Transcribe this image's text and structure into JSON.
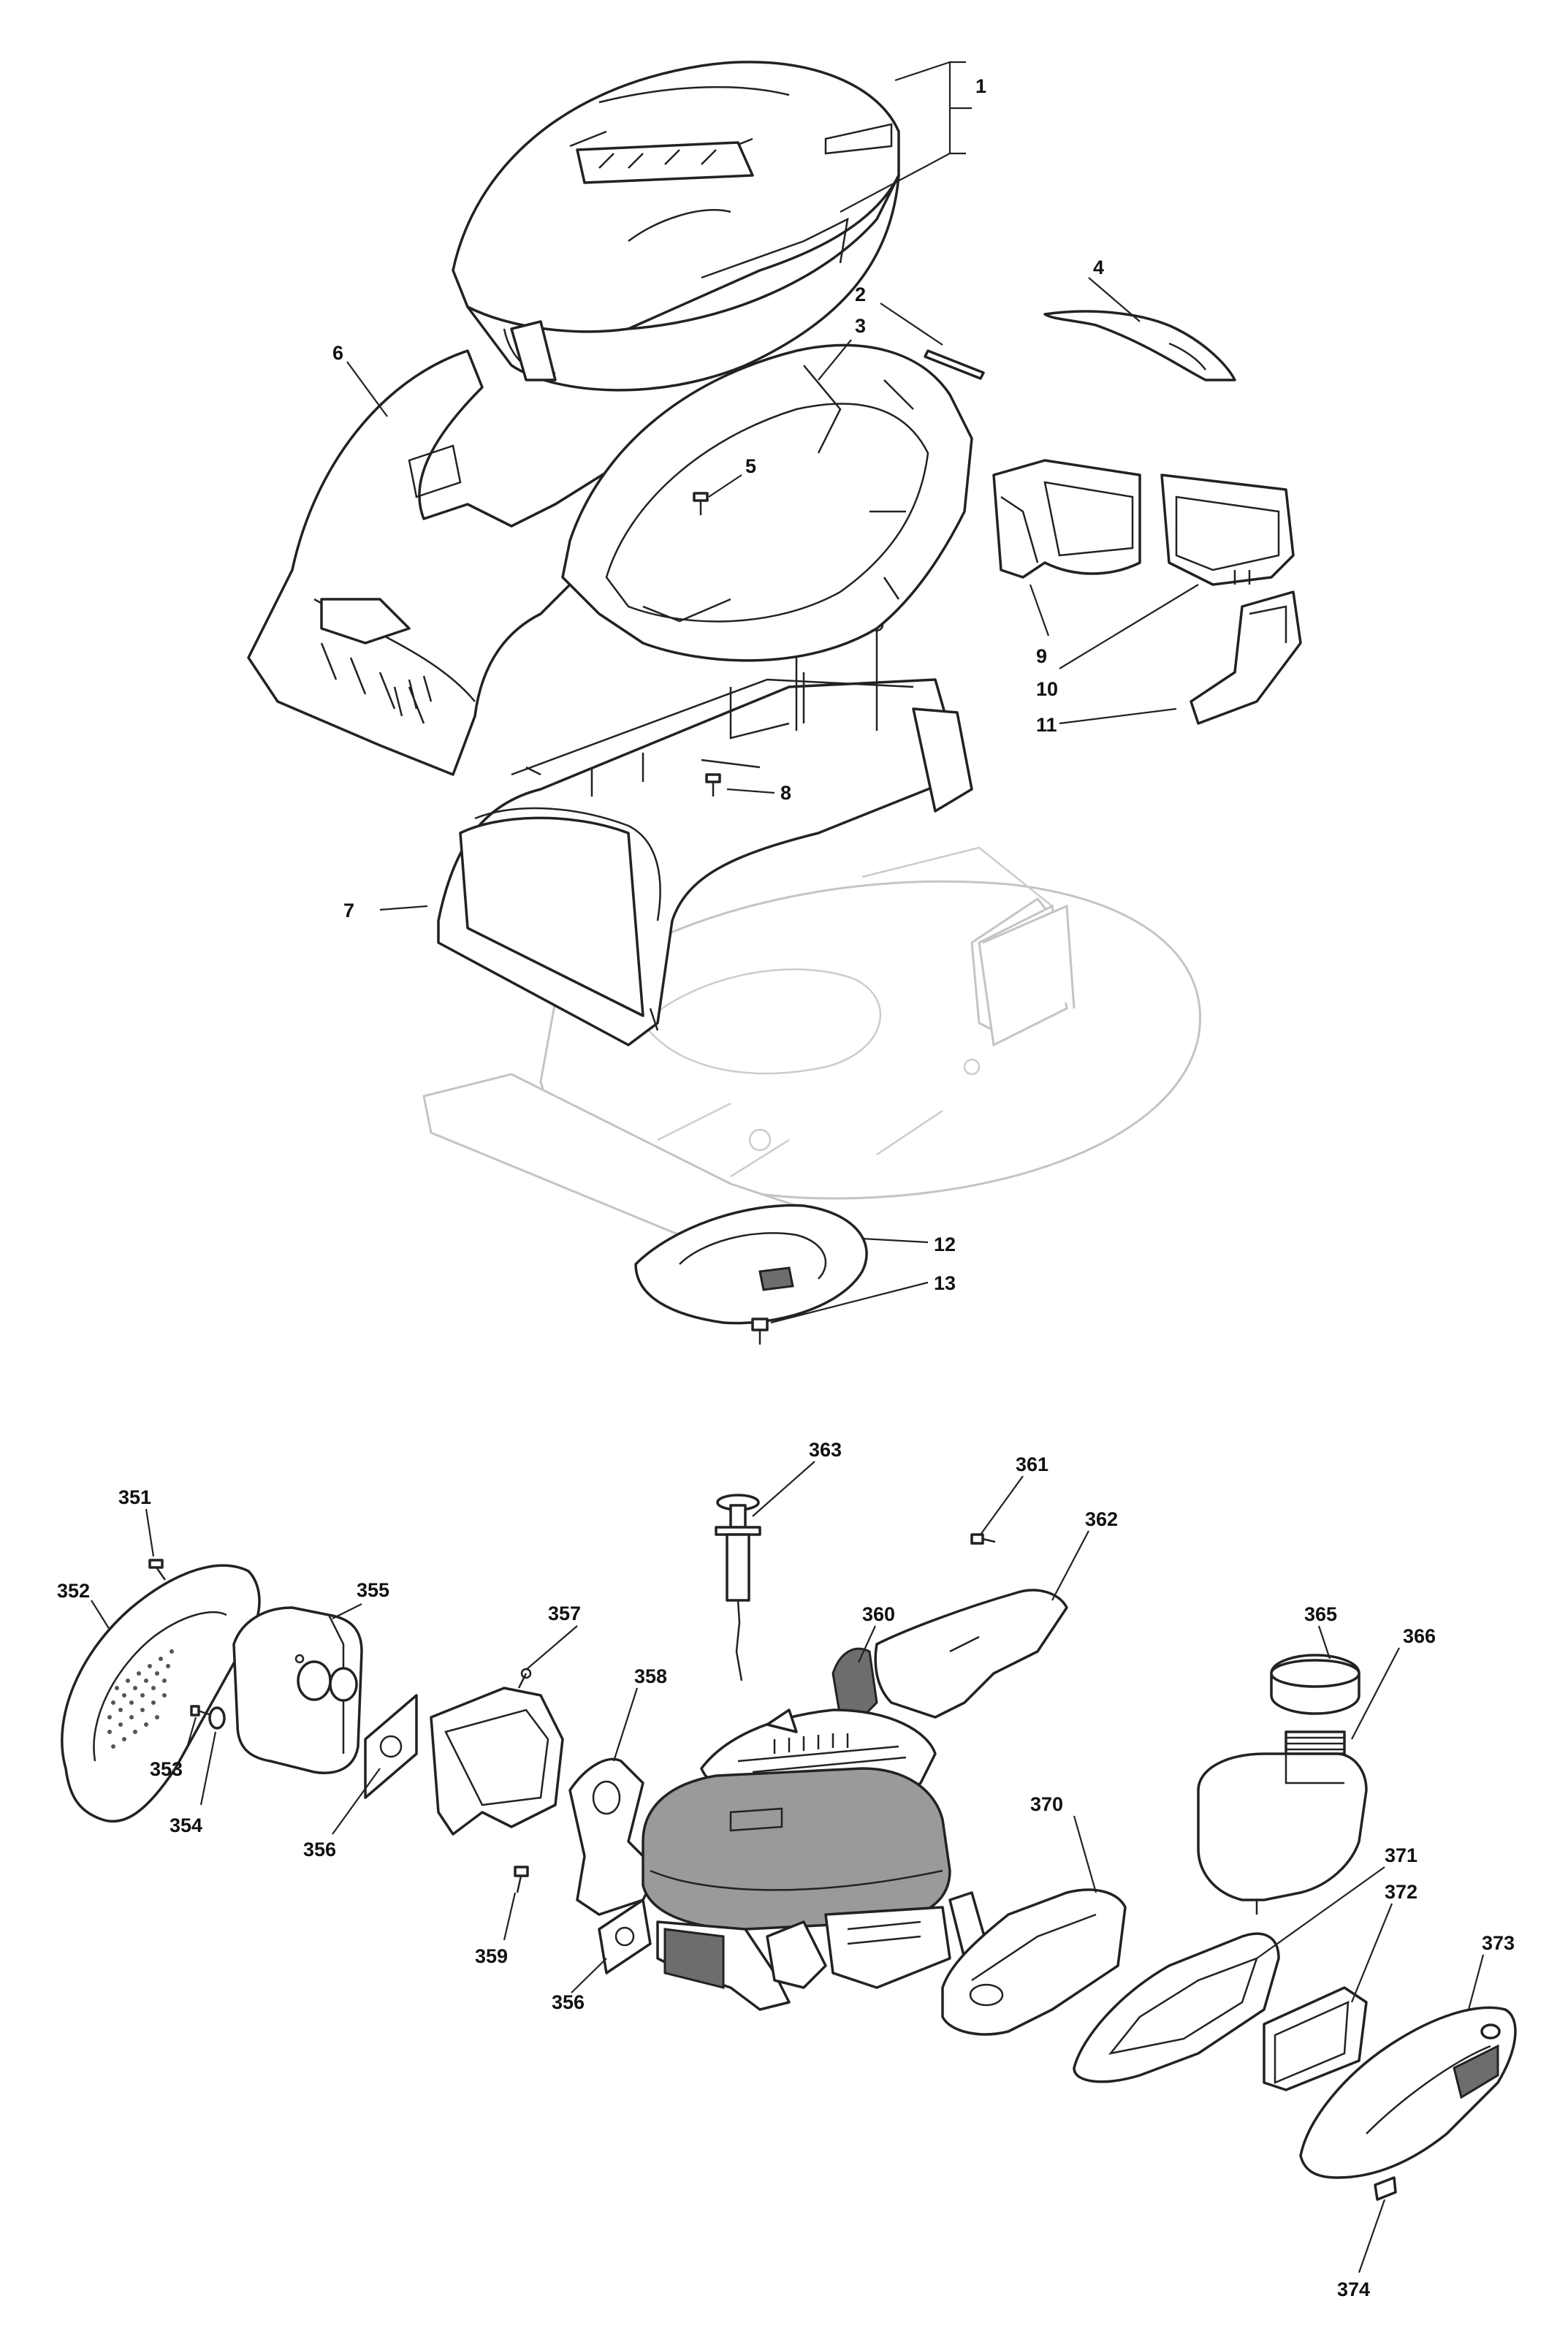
{
  "callouts": [
    {
      "id": "c1",
      "label": "1"
    },
    {
      "id": "c2",
      "label": "2"
    },
    {
      "id": "c3",
      "label": "3"
    },
    {
      "id": "c4",
      "label": "4"
    },
    {
      "id": "c5",
      "label": "5"
    },
    {
      "id": "c6",
      "label": "6"
    },
    {
      "id": "c7",
      "label": "7"
    },
    {
      "id": "c8",
      "label": "8"
    },
    {
      "id": "c9",
      "label": "9"
    },
    {
      "id": "c10",
      "label": "10"
    },
    {
      "id": "c11",
      "label": "11"
    },
    {
      "id": "c12",
      "label": "12"
    },
    {
      "id": "c13",
      "label": "13"
    },
    {
      "id": "c351",
      "label": "351"
    },
    {
      "id": "c352",
      "label": "352"
    },
    {
      "id": "c353",
      "label": "353"
    },
    {
      "id": "c354",
      "label": "354"
    },
    {
      "id": "c355",
      "label": "355"
    },
    {
      "id": "c356a",
      "label": "356"
    },
    {
      "id": "c356b",
      "label": "356"
    },
    {
      "id": "c357",
      "label": "357"
    },
    {
      "id": "c358",
      "label": "358"
    },
    {
      "id": "c359",
      "label": "359"
    },
    {
      "id": "c360",
      "label": "360"
    },
    {
      "id": "c361",
      "label": "361"
    },
    {
      "id": "c362",
      "label": "362"
    },
    {
      "id": "c363",
      "label": "363"
    },
    {
      "id": "c365",
      "label": "365"
    },
    {
      "id": "c366",
      "label": "366"
    },
    {
      "id": "c370",
      "label": "370"
    },
    {
      "id": "c371",
      "label": "371"
    },
    {
      "id": "c372",
      "label": "372"
    },
    {
      "id": "c373",
      "label": "373"
    },
    {
      "id": "c374",
      "label": "374"
    }
  ]
}
